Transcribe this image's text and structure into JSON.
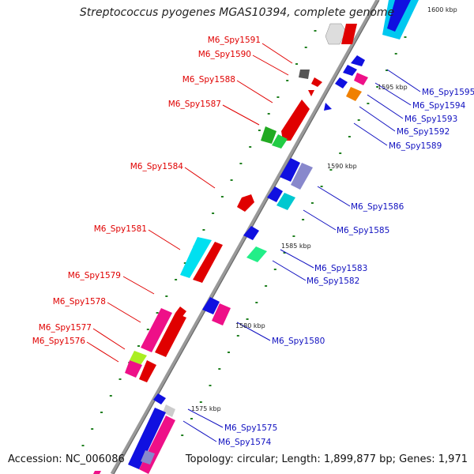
{
  "title": "Streptococcus pyogenes MGAS10394, complete genome",
  "footer": {
    "accession": "Accession: NC_006086",
    "topology": "Topology: circular; Length: 1,899,877 bp; Genes: 1,971"
  },
  "colors": {
    "forward_label": "#e00000",
    "reverse_label": "#1010c0",
    "backbone": "#999999",
    "tick": "#208020"
  },
  "kbp_ticks": [
    "1575 kbp",
    "1580 kbp",
    "1585 kbp",
    "1590 kbp",
    "1595 kbp",
    "1600 kbp"
  ],
  "forward_genes": [
    "M6_Spy1591",
    "M6_Spy1590",
    "M6_Spy1588",
    "M6_Spy1587",
    "M6_Spy1584",
    "M6_Spy1581",
    "M6_Spy1579",
    "M6_Spy1578",
    "M6_Spy1577",
    "M6_Spy1576"
  ],
  "reverse_genes": [
    "M6_Spy1595",
    "M6_Spy1594",
    "M6_Spy1593",
    "M6_Spy1592",
    "M6_Spy1589",
    "M6_Spy1586",
    "M6_Spy1585",
    "M6_Spy1583",
    "M6_Spy1582",
    "M6_Spy1580",
    "M6_Spy1575",
    "M6_Spy1574"
  ]
}
